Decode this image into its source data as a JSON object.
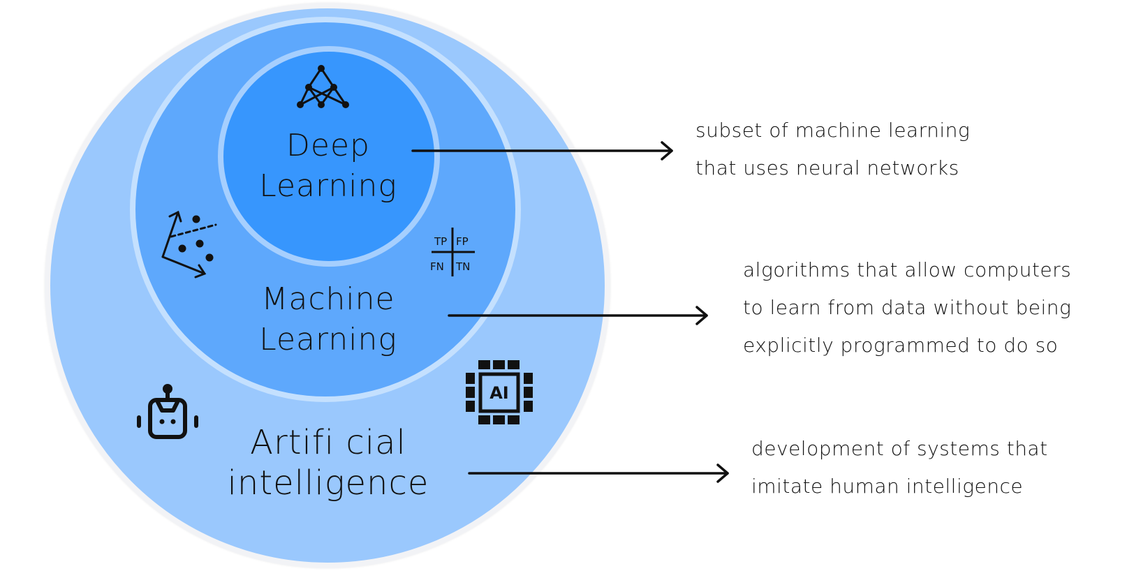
{
  "diagram": {
    "title": "AI / Machine Learning / Deep Learning",
    "colors": {
      "outer_fill": "#9ac8fd",
      "middle_fill": "#5ea8fc",
      "inner_fill": "#3796fd",
      "outer_ring": "#f2f3f6",
      "middle_ring": "#c4e0fe",
      "inner_ring": "#a6cffe",
      "ink": "#111111"
    },
    "circles": [
      {
        "id": "deep-learning",
        "label_line1": "Deep",
        "label_line2": "Learning",
        "icon": "neural-network-icon",
        "description_line1": "subset of machine learning",
        "description_line2": "that uses neural networks"
      },
      {
        "id": "machine-learning",
        "label_line1": "Machine",
        "label_line2": "Learning",
        "icons": [
          "scatter-plot-icon",
          "confusion-matrix-icon"
        ],
        "confusion_matrix": {
          "tp": "TP",
          "fp": "FP",
          "fn": "FN",
          "tn": "TN"
        },
        "description_line1": "algorithms that allow computers",
        "description_line2": "to learn from data without being",
        "description_line3": "explicitly programmed to do so"
      },
      {
        "id": "artificial-intelligence",
        "label_line1": "Artifi cial",
        "label_line2": "intelligence",
        "icons": [
          "robot-icon",
          "ai-chip-icon"
        ],
        "chip_text": "AI",
        "description_line1": "development of systems that",
        "description_line2": "imitate human intelligence"
      }
    ]
  }
}
